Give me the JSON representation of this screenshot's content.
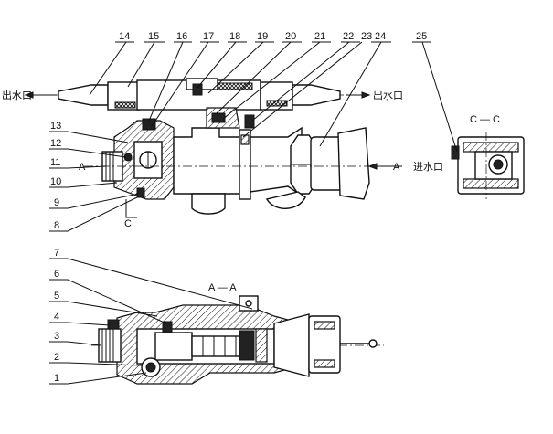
{
  "labels": {
    "outlet_left": "出水口",
    "outlet_right": "出水口",
    "inlet": "进水口",
    "section_a_left": "A",
    "section_a_right": "A",
    "section_aa": "A — A",
    "section_cc": "C — C",
    "section_c": "C"
  },
  "callouts_top": [
    "14",
    "15",
    "16",
    "17",
    "18",
    "19",
    "20",
    "21",
    "22",
    "23",
    "24",
    "25"
  ],
  "callouts_left": [
    "13",
    "12",
    "11",
    "10",
    "9",
    "8",
    "7",
    "6",
    "5",
    "4",
    "3",
    "2",
    "1"
  ]
}
